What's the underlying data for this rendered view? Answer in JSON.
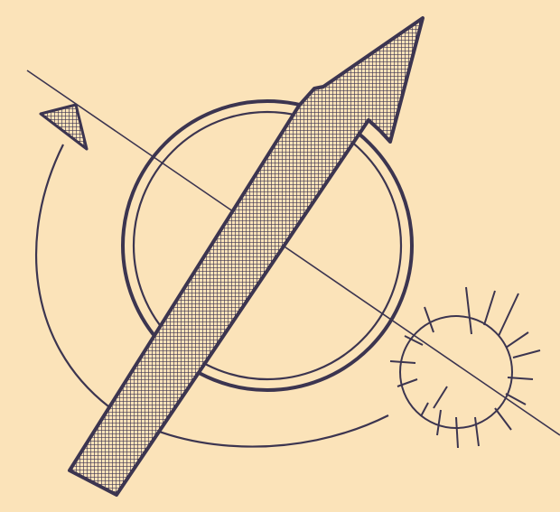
{
  "diagram": {
    "description_visible_text": "",
    "colors": {
      "background": "#fbe3b9",
      "ink": "#3c3550",
      "hatch_fill": "#8a8597"
    },
    "elements": [
      "axis-line",
      "ring",
      "rotation-arc",
      "rotation-arrowhead",
      "small-spiky-circle",
      "hatched-arrow"
    ]
  }
}
